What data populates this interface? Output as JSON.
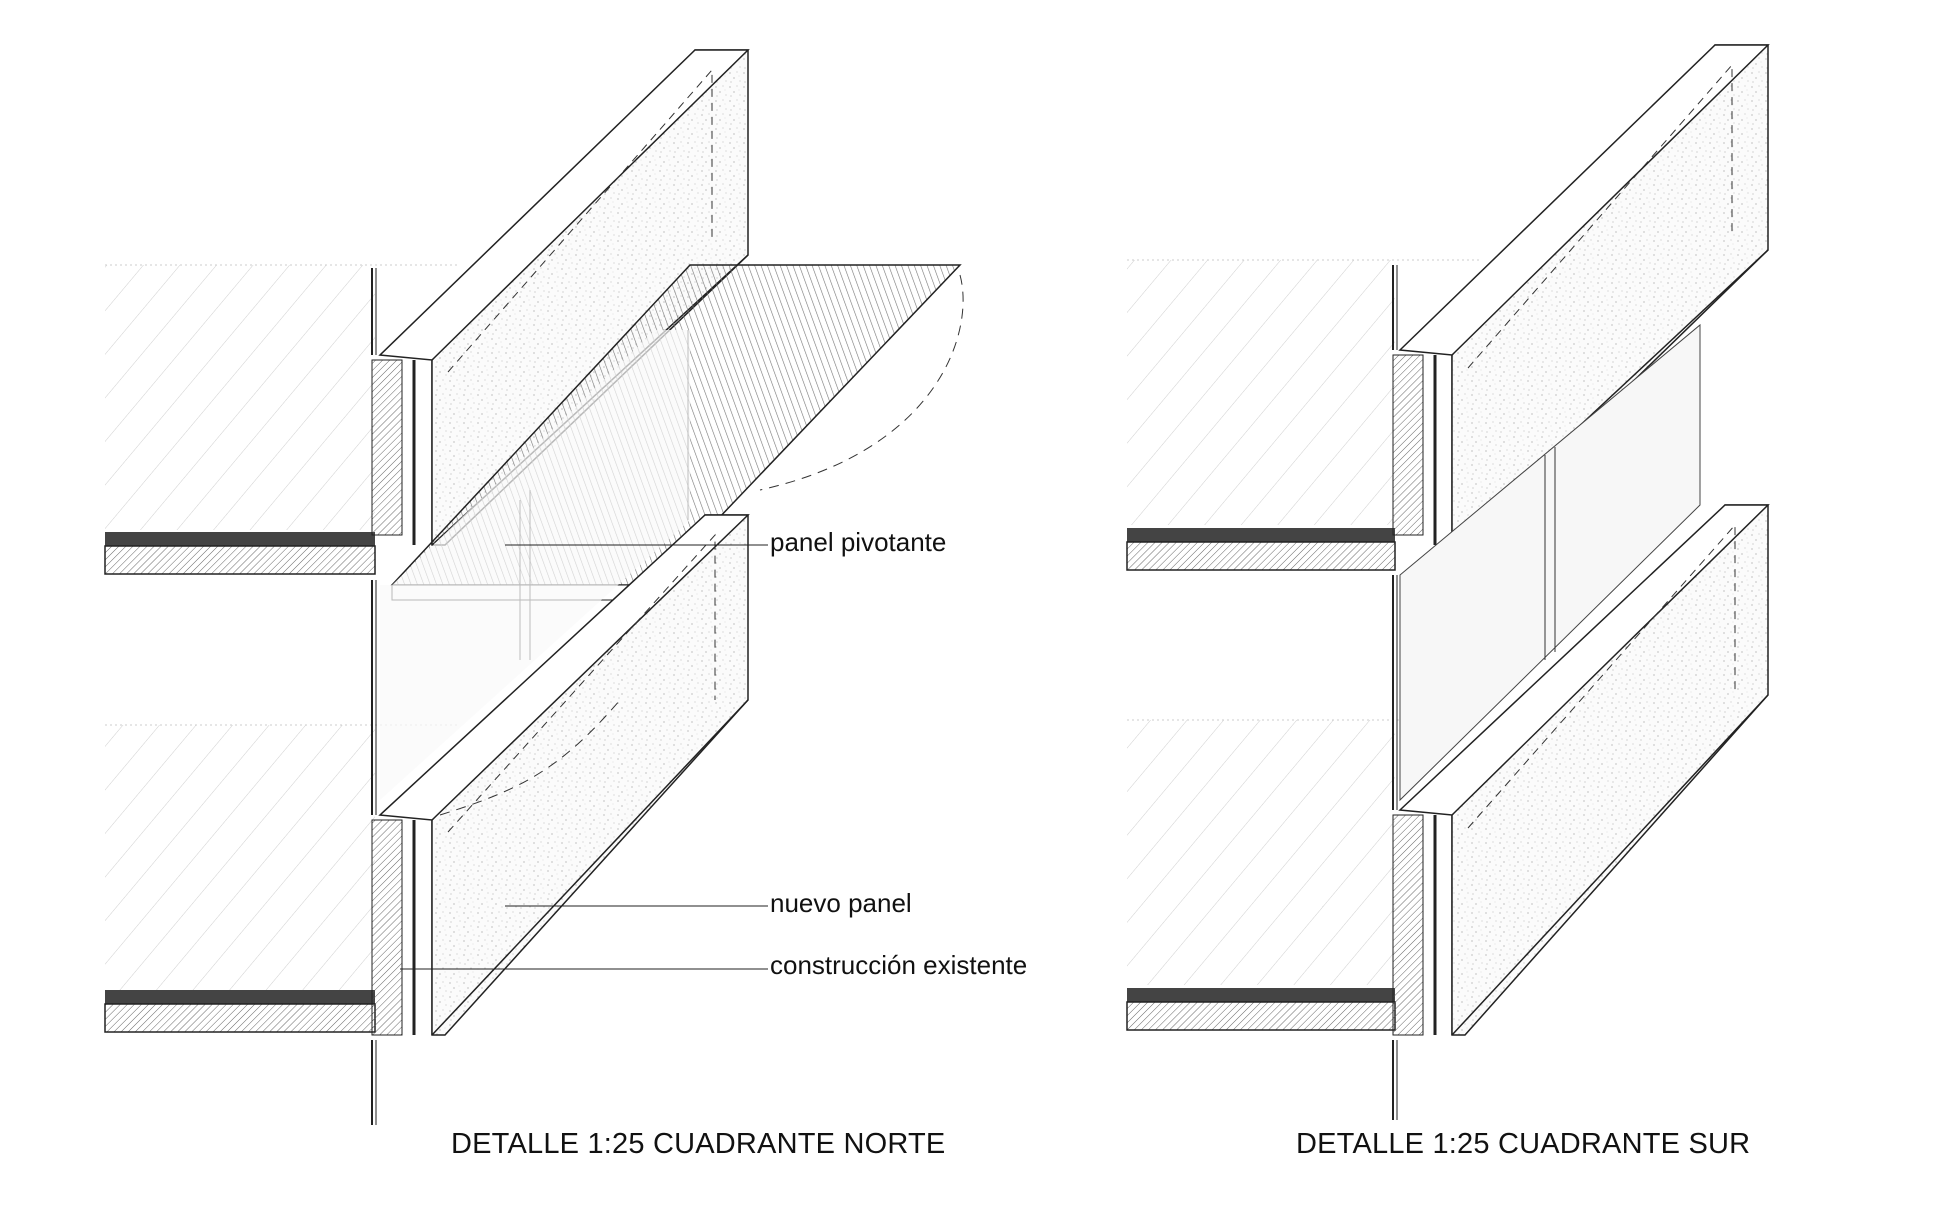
{
  "detail_north": {
    "title": "DETALLE 1:25 CUADRANTE NORTE",
    "callouts": {
      "pivot_panel": "panel pivotante",
      "new_panel": "nuevo panel",
      "existing_construction": "construcción existente"
    }
  },
  "detail_south": {
    "title": "DETALLE 1:25 CUADRANTE SUR"
  }
}
